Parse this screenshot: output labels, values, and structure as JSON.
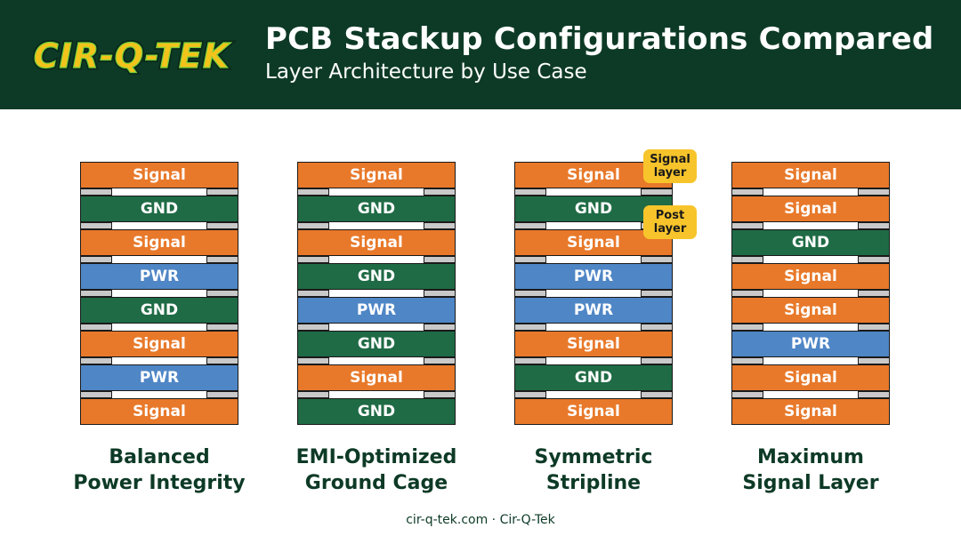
{
  "header": {
    "logo_text": "CIR-Q-TEK",
    "title": "PCB Stackup Configurations Compared",
    "subtitle": "Layer Architecture by Use Case"
  },
  "stacks": [
    {
      "label_line1": "Balanced",
      "label_line2": "Power Integrity",
      "layers": [
        {
          "type": "signal",
          "label": "Signal"
        },
        {
          "type": "gnd",
          "label": "GND"
        },
        {
          "type": "signal",
          "label": "Signal"
        },
        {
          "type": "pwr",
          "label": "PWR"
        },
        {
          "type": "gnd",
          "label": "GND"
        },
        {
          "type": "signal",
          "label": "Signal"
        },
        {
          "type": "pwr",
          "label": "PWR"
        },
        {
          "type": "signal",
          "label": "Signal"
        }
      ]
    },
    {
      "label_line1": "EMI-Optimized",
      "label_line2": "Ground Cage",
      "layers": [
        {
          "type": "signal",
          "label": "Signal"
        },
        {
          "type": "gnd",
          "label": "GND"
        },
        {
          "type": "signal",
          "label": "Signal"
        },
        {
          "type": "gnd",
          "label": "GND"
        },
        {
          "type": "pwr",
          "label": "PWR"
        },
        {
          "type": "gnd",
          "label": "GND"
        },
        {
          "type": "signal",
          "label": "Signal"
        },
        {
          "type": "gnd",
          "label": "GND"
        }
      ]
    },
    {
      "label_line1": "Symmetric",
      "label_line2": "Stripline",
      "layers": [
        {
          "type": "signal",
          "label": "Signal"
        },
        {
          "type": "gnd",
          "label": "GND"
        },
        {
          "type": "signal",
          "label": "Signal"
        },
        {
          "type": "pwr",
          "label": "PWR"
        },
        {
          "type": "pwr",
          "label": "PWR"
        },
        {
          "type": "signal",
          "label": "Signal"
        },
        {
          "type": "gnd",
          "label": "GND"
        },
        {
          "type": "signal",
          "label": "Signal"
        }
      ]
    },
    {
      "label_line1": "Maximum",
      "label_line2": "Signal Layer",
      "layers": [
        {
          "type": "signal",
          "label": "Signal"
        },
        {
          "type": "signal",
          "label": "Signal"
        },
        {
          "type": "gnd",
          "label": "GND"
        },
        {
          "type": "signal",
          "label": "Signal"
        },
        {
          "type": "signal",
          "label": "Signal"
        },
        {
          "type": "pwr",
          "label": "PWR"
        },
        {
          "type": "signal",
          "label": "Signal"
        },
        {
          "type": "signal",
          "label": "Signal"
        }
      ]
    }
  ],
  "callouts": [
    {
      "line1": "Signal",
      "line2": "layer"
    },
    {
      "line1": "Post",
      "line2": "layer"
    }
  ],
  "footer": "cir-q-tek.com · Cir-Q-Tek",
  "colors": {
    "header_bg": "#0d3a26",
    "signal": "#e8792a",
    "gnd": "#1f6b45",
    "pwr": "#4f86c6",
    "callout": "#f7c52b"
  }
}
